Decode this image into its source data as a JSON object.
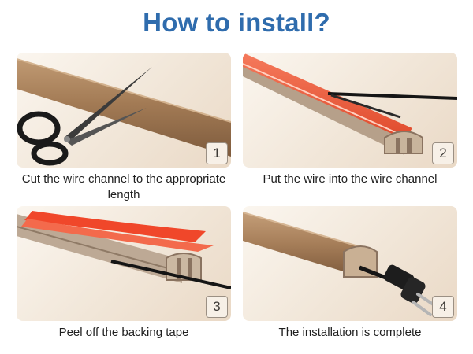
{
  "title": "How to install?",
  "steps": [
    {
      "number": "1",
      "caption": "Cut the wire channel to the appropriate length"
    },
    {
      "number": "2",
      "caption": "Put the wire into the wire channel"
    },
    {
      "number": "3",
      "caption": "Peel off the backing tape"
    },
    {
      "number": "4",
      "caption": "The installation is complete"
    }
  ],
  "colors": {
    "title": "#2f6cad",
    "wood": "#a07a55",
    "tape": "#f05a3c",
    "cable": "#151515"
  }
}
